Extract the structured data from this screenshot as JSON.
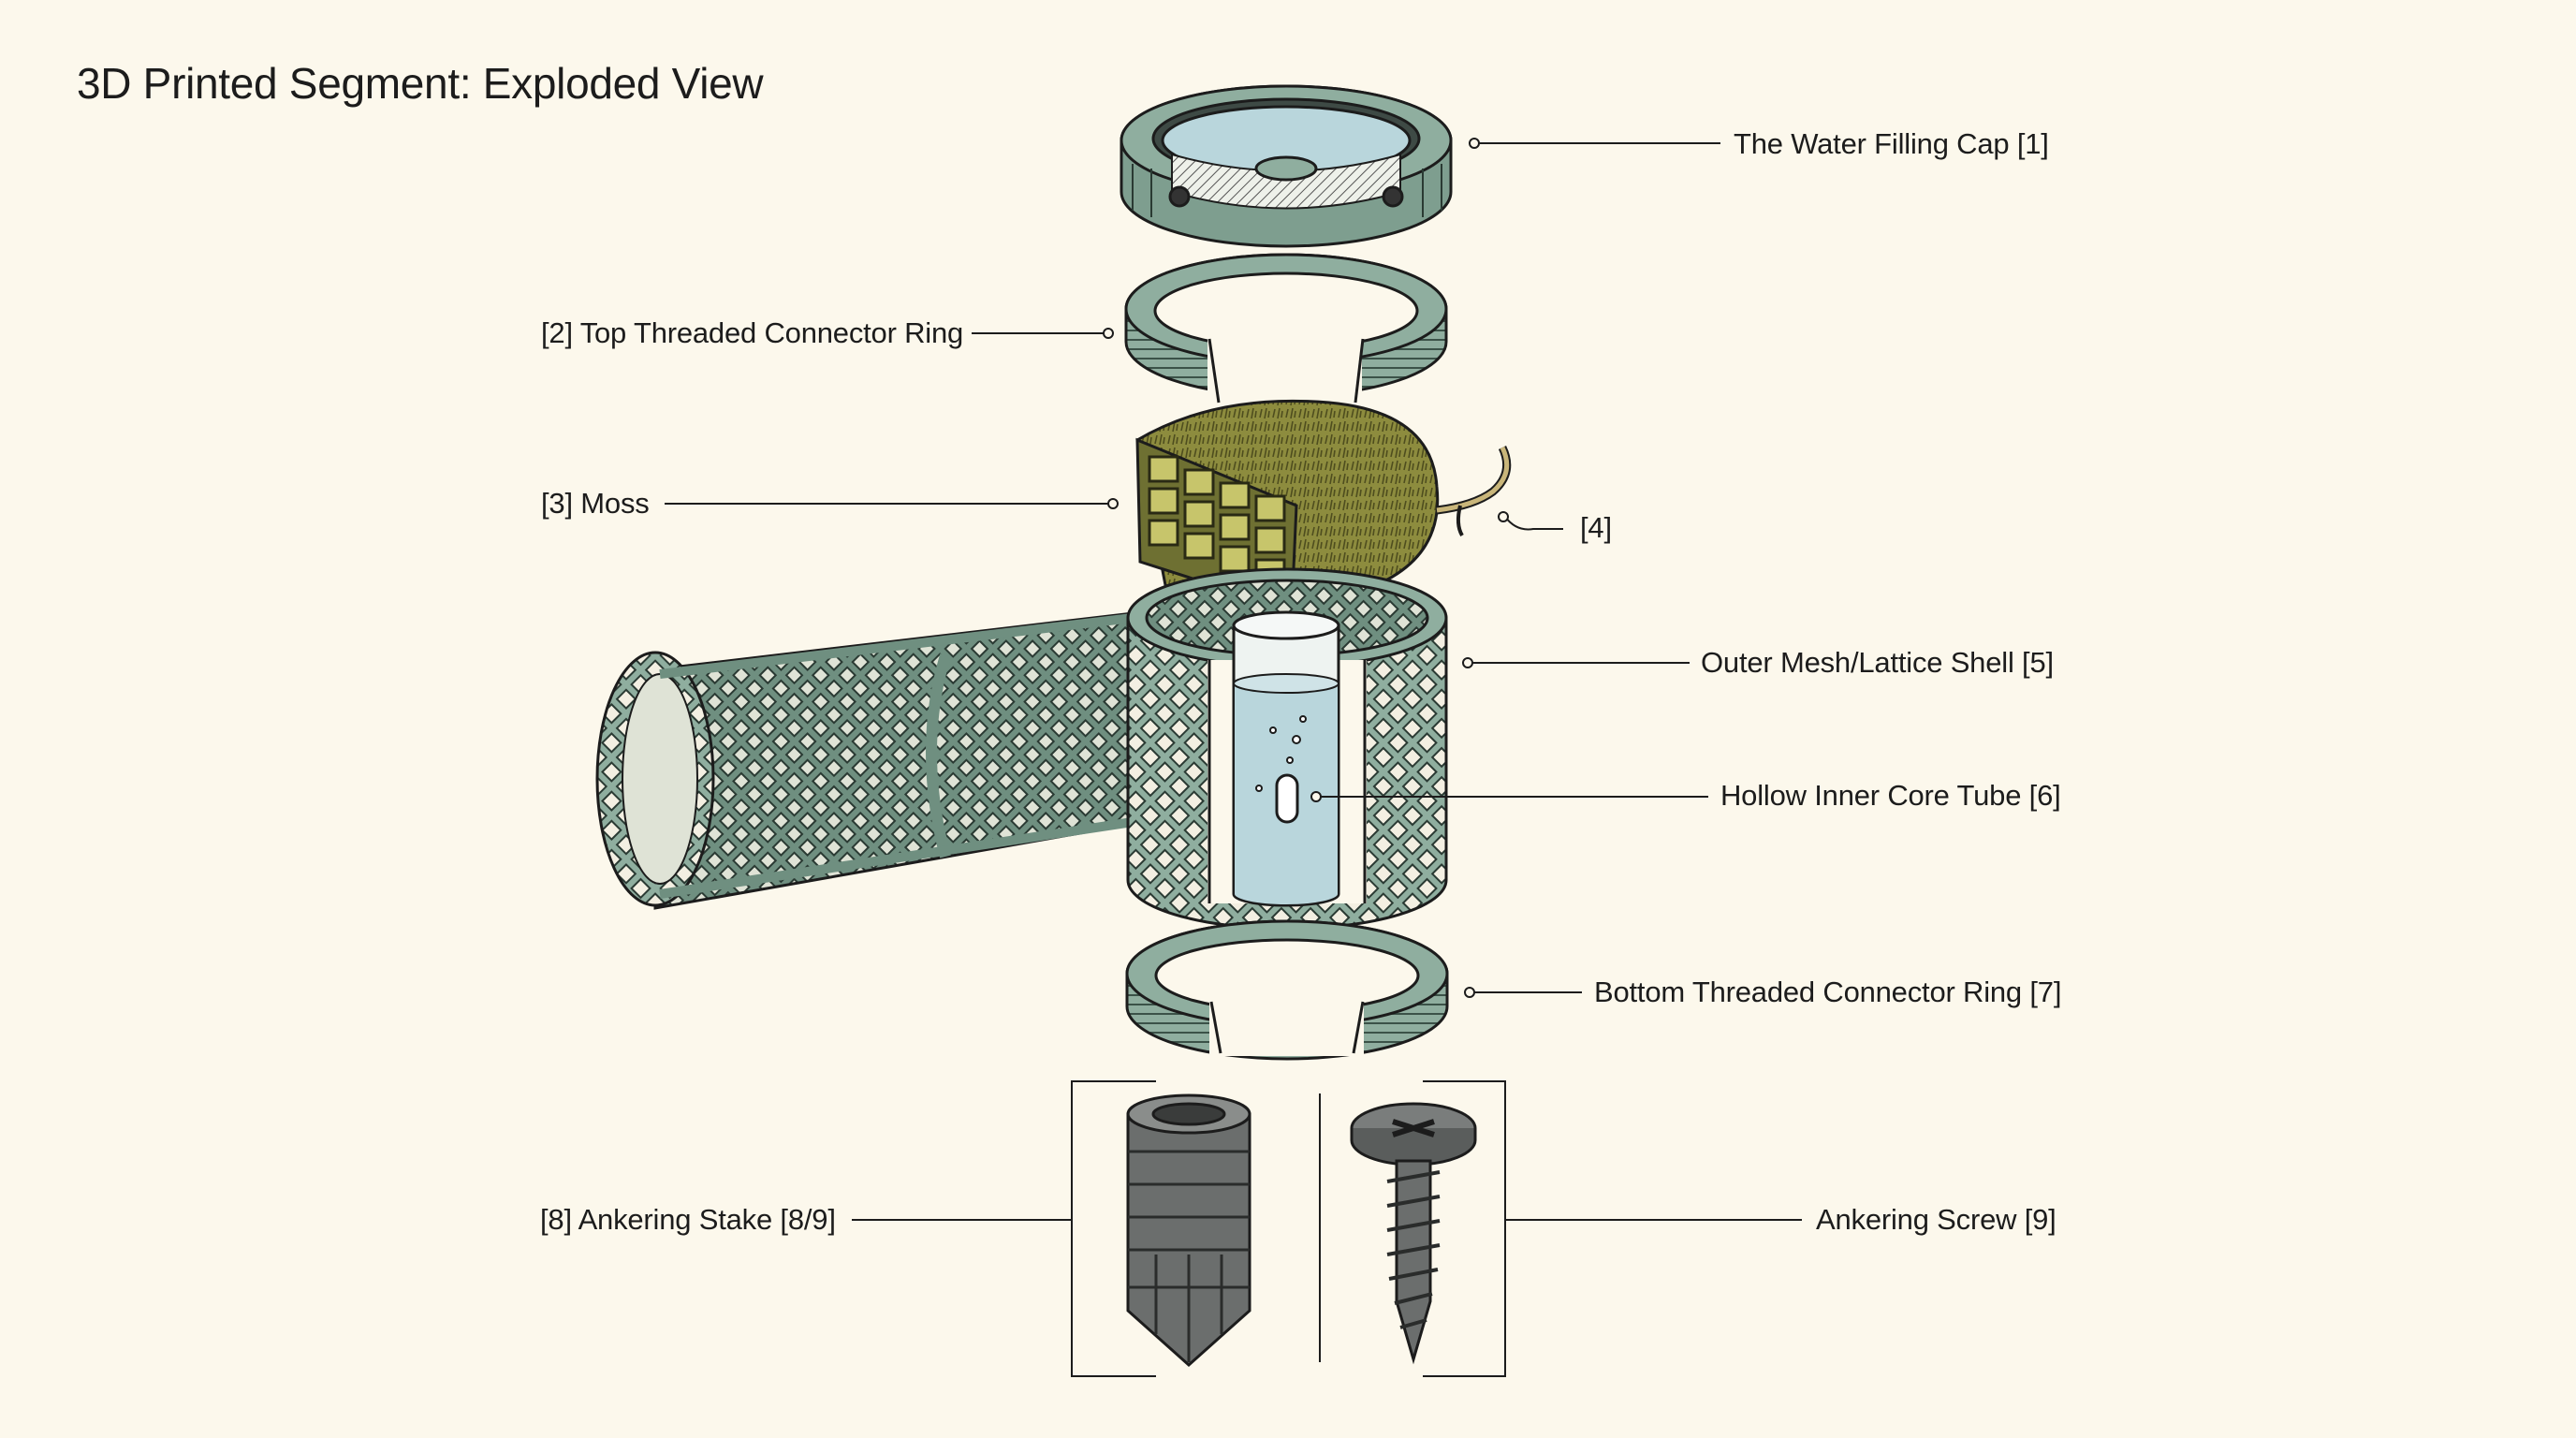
{
  "title": "3D Printed Segment: Exploded View",
  "labels": {
    "cap": "The Water Filling Cap [1]",
    "top_ring": "[2] Top Threaded Connector Ring",
    "moss": "[3] Moss",
    "root": "[4]",
    "mesh": "Outer Mesh/Lattice Shell [5]",
    "core": "Hollow Inner Core Tube [6]",
    "bottom_ring": "Bottom Threaded Connector Ring [7]",
    "stake": "[8] Ankering Stake [8/9]",
    "screw": "Ankering Screw [9]"
  },
  "colors": {
    "background": "#fcf8ec",
    "plastic_green": "#8fae9f",
    "plastic_dark": "#5d7c6e",
    "moss": "#8a8a3a",
    "water": "#b9d6dc",
    "hardware": "#6b6e6d",
    "outline": "#1c1c1c"
  }
}
